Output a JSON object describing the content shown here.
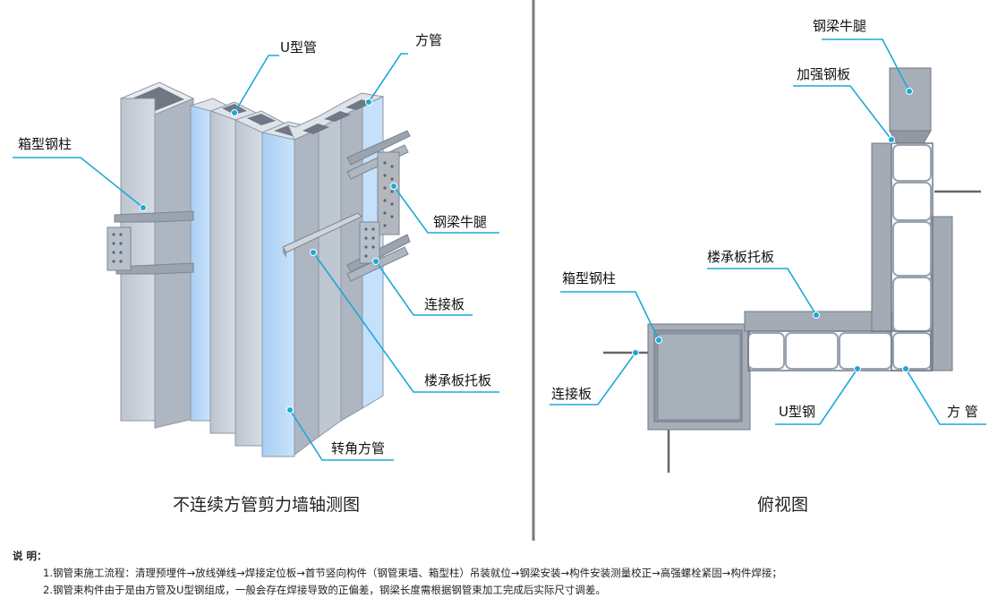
{
  "left_view": {
    "caption": "不连续方管剪力墙轴测图",
    "labels": {
      "u_tube": "U型管",
      "square_tube": "方管",
      "box_column": "箱型钢柱",
      "beam_bracket": "钢梁牛腿",
      "connecting_plate": "连接板",
      "floor_support_plate": "楼承板托板",
      "corner_square_tube": "转角方管"
    }
  },
  "right_view": {
    "caption": "俯视图",
    "labels": {
      "beam_bracket": "钢梁牛腿",
      "stiffener_plate": "加强钢板",
      "floor_support_plate": "楼承板托板",
      "box_column": "箱型钢柱",
      "connecting_plate": "连接板",
      "u_steel": "U型钢",
      "square_tube": "方 管"
    }
  },
  "notes": {
    "heading": "说 明：",
    "items": [
      "1.钢管束施工流程：清理预埋件→放线弹线→焊接定位板→首节竖向构件（钢管束墙、箱型柱）吊装就位→钢梁安装→构件安装测量校正→高强螺栓紧固→构件焊接；",
      "2.钢管束构件由于是由方管及U型钢组成，一般会存在焊接导致的正偏差，钢梁长度需根据钢管束加工完成后实际尺寸调差。"
    ]
  },
  "colors": {
    "leader": "#1ba9d9",
    "steel": "#c9d0da",
    "steel_dark": "#8e97a3",
    "tube_blue": "#b9d9f7",
    "divider": "#7a7a7a"
  }
}
